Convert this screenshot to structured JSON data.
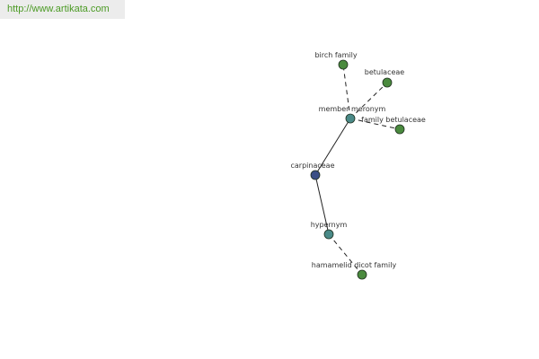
{
  "header": {
    "url": "http://www.artikata.com"
  },
  "graph": {
    "nodes": [
      {
        "id": "birch-family",
        "label": "birch family",
        "kind": "leaf"
      },
      {
        "id": "betulaceae",
        "label": "betulaceae",
        "kind": "leaf"
      },
      {
        "id": "member-meronym",
        "label": "member meronym",
        "kind": "relation"
      },
      {
        "id": "family-betulaceae",
        "label": "family betulaceae",
        "kind": "leaf"
      },
      {
        "id": "carpinaceae",
        "label": "carpinaceae",
        "kind": "root"
      },
      {
        "id": "hypernym",
        "label": "hypernym",
        "kind": "relation"
      },
      {
        "id": "hamamelid-dicot-family",
        "label": "hamamelid dicot family",
        "kind": "leaf"
      }
    ],
    "edges": [
      {
        "from": "carpinaceae",
        "to": "member-meronym",
        "style": "solid"
      },
      {
        "from": "member-meronym",
        "to": "birch-family",
        "style": "dashed"
      },
      {
        "from": "member-meronym",
        "to": "betulaceae",
        "style": "dashed"
      },
      {
        "from": "member-meronym",
        "to": "family-betulaceae",
        "style": "dashed"
      },
      {
        "from": "carpinaceae",
        "to": "hypernym",
        "style": "solid"
      },
      {
        "from": "hypernym",
        "to": "hamamelid-dicot-family",
        "style": "dashed"
      }
    ],
    "colors": {
      "leaf": "#4a8a3e",
      "relation": "#4a8a88",
      "root": "#3a4f86",
      "edge": "#222222"
    }
  }
}
